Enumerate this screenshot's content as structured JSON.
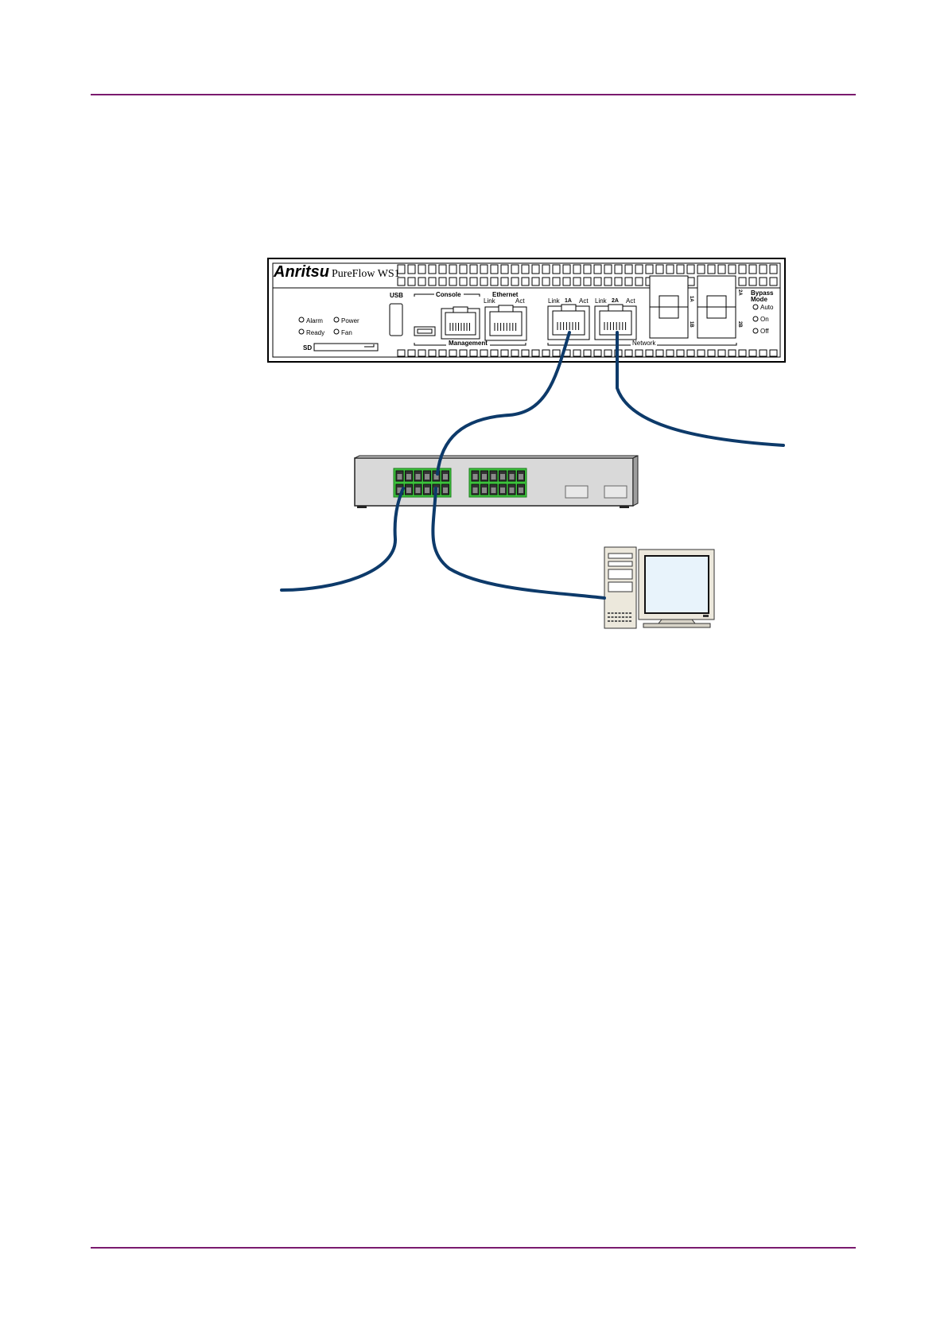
{
  "colors": {
    "rule": "#7a1a6e",
    "cable": "#0d3a6a",
    "switch_body": "#d9d9d9",
    "switch_port": "#3cc43c",
    "monitor_screen": "#e8f3fb",
    "pc_body": "#ece8dc"
  },
  "device": {
    "brand": "Anritsu",
    "model": "PureFlow WS1",
    "led_alarm": "Alarm",
    "led_power": "Power",
    "led_ready": "Ready",
    "led_fan": "Fan",
    "sd_label": "SD",
    "usb_label": "USB",
    "console_label": "Console",
    "ethernet_label": "Ethernet",
    "link_label": "Link",
    "act_label": "Act",
    "port_1a": "1A",
    "port_2a": "2A",
    "management_label": "Management",
    "network_label": "Network",
    "bypass_label_1": "Bypass",
    "bypass_label_2": "Mode",
    "bypass_auto": "Auto",
    "bypass_on": "On",
    "bypass_off": "Off",
    "sfp_1a": "1A",
    "sfp_1b": "1B",
    "sfp_2a": "2A",
    "sfp_2b": "2B"
  },
  "icons": {
    "switch": "network-switch-icon",
    "computer": "desktop-computer-icon",
    "device": "traffic-shaper-device-icon"
  }
}
